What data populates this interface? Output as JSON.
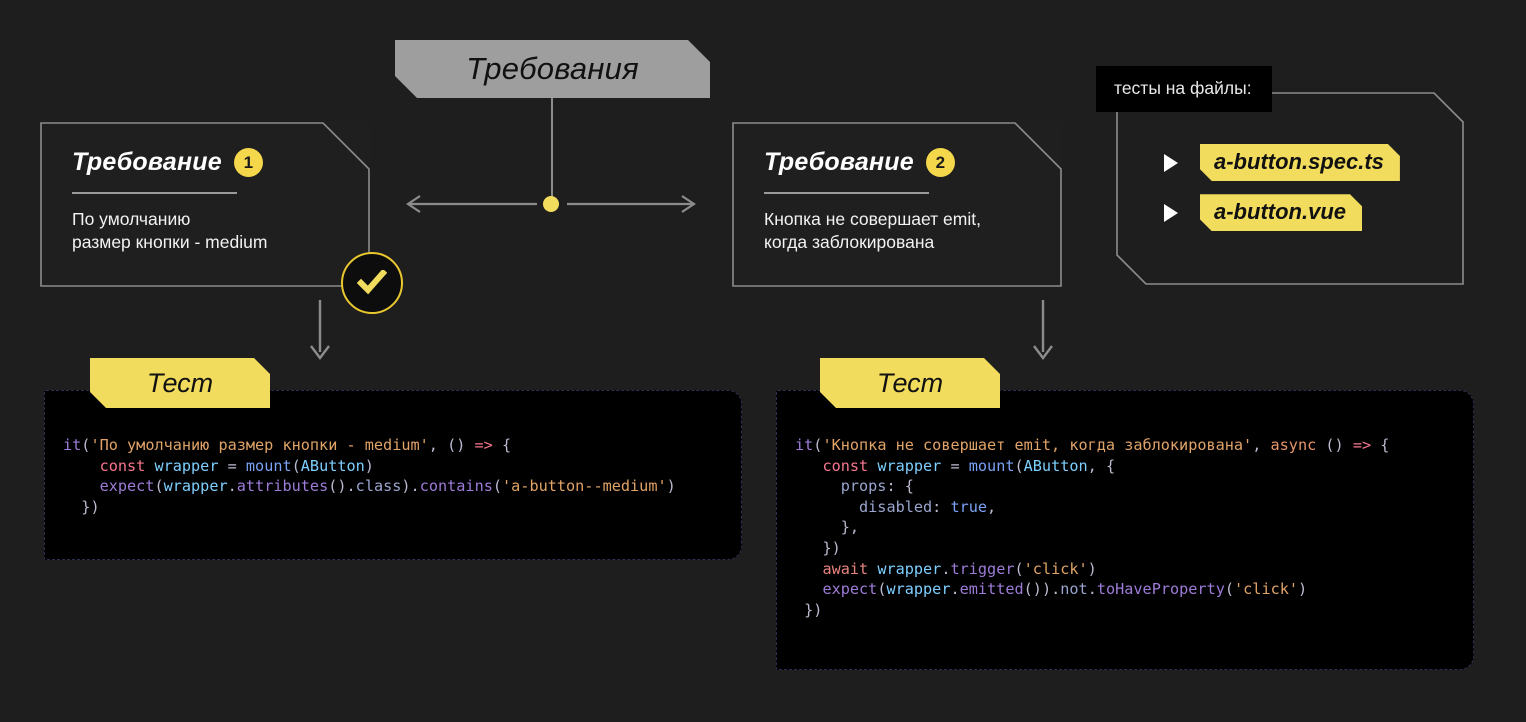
{
  "theme": {
    "background": "#1e1e1e",
    "card_bg": "#1f1f1f",
    "code_bg": "#000000",
    "accent_yellow": "#F2DC5D",
    "badge_yellow": "#F5D74B",
    "banner_gray": "#9e9e9e",
    "border_gray": "#8c8c8c",
    "text_white": "#ffffff"
  },
  "title_banner": {
    "label": "Требования"
  },
  "requirements": [
    {
      "title": "Требование",
      "badge": "1",
      "body": "По умолчанию\nразмер кнопки - medium",
      "status_icon": "check-icon"
    },
    {
      "title": "Требование",
      "badge": "2",
      "body": "Кнопка не совершает emit,\nкогда заблокирована"
    }
  ],
  "files_panel": {
    "label": "тесты на файлы:",
    "items": [
      {
        "bullet": "triangle-right-icon",
        "name": "a-button.spec.ts"
      },
      {
        "bullet": "triangle-right-icon",
        "name": "a-button.vue"
      }
    ]
  },
  "tests": [
    {
      "tag": "Тест",
      "code_lines": [
        [
          {
            "t": "it",
            "c": "t-fn"
          },
          {
            "t": "(",
            "c": "t-punc"
          },
          {
            "t": "'По умолчанию размер кнопки - medium'",
            "c": "t-str"
          },
          {
            "t": ", ",
            "c": "t-punc"
          },
          {
            "t": "() ",
            "c": "t-punc"
          },
          {
            "t": "=>",
            "c": "t-kw"
          },
          {
            "t": " {",
            "c": "t-punc"
          }
        ],
        [
          {
            "t": "    ",
            "c": "t-punc"
          },
          {
            "t": "const",
            "c": "t-kw"
          },
          {
            "t": " ",
            "c": "t-punc"
          },
          {
            "t": "wrapper",
            "c": "t-var"
          },
          {
            "t": " = ",
            "c": "t-punc"
          },
          {
            "t": "mount",
            "c": "t-fncall"
          },
          {
            "t": "(",
            "c": "t-punc"
          },
          {
            "t": "AButton",
            "c": "t-var"
          },
          {
            "t": ")",
            "c": "t-punc"
          }
        ],
        [
          {
            "t": "    ",
            "c": "t-punc"
          },
          {
            "t": "expect",
            "c": "t-fn"
          },
          {
            "t": "(",
            "c": "t-punc"
          },
          {
            "t": "wrapper",
            "c": "t-var"
          },
          {
            "t": ".",
            "c": "t-punc"
          },
          {
            "t": "attributes",
            "c": "t-fn"
          },
          {
            "t": "()",
            "c": "t-punc"
          },
          {
            "t": ".",
            "c": "t-punc"
          },
          {
            "t": "class",
            "c": "t-prop"
          },
          {
            "t": ")",
            "c": "t-punc"
          },
          {
            "t": ".",
            "c": "t-punc"
          },
          {
            "t": "contains",
            "c": "t-fn"
          },
          {
            "t": "(",
            "c": "t-punc"
          },
          {
            "t": "'a-button--medium'",
            "c": "t-str"
          },
          {
            "t": ")",
            "c": "t-punc"
          }
        ],
        [
          {
            "t": "  })",
            "c": "t-punc"
          }
        ]
      ]
    },
    {
      "tag": "Тест",
      "code_lines": [
        [
          {
            "t": "it",
            "c": "t-fn"
          },
          {
            "t": "(",
            "c": "t-punc"
          },
          {
            "t": "'Кнопка не совершает emit, когда заблокирована'",
            "c": "t-str"
          },
          {
            "t": ", ",
            "c": "t-punc"
          },
          {
            "t": "async",
            "c": "t-async"
          },
          {
            "t": " () ",
            "c": "t-punc"
          },
          {
            "t": "=>",
            "c": "t-kw"
          },
          {
            "t": " {",
            "c": "t-punc"
          }
        ],
        [
          {
            "t": "   ",
            "c": "t-punc"
          },
          {
            "t": "const",
            "c": "t-kw"
          },
          {
            "t": " ",
            "c": "t-punc"
          },
          {
            "t": "wrapper",
            "c": "t-var"
          },
          {
            "t": " = ",
            "c": "t-punc"
          },
          {
            "t": "mount",
            "c": "t-fncall"
          },
          {
            "t": "(",
            "c": "t-punc"
          },
          {
            "t": "AButton",
            "c": "t-var"
          },
          {
            "t": ", {",
            "c": "t-punc"
          }
        ],
        [
          {
            "t": "     ",
            "c": "t-punc"
          },
          {
            "t": "props",
            "c": "t-prop"
          },
          {
            "t": ": {",
            "c": "t-punc"
          }
        ],
        [
          {
            "t": "       ",
            "c": "t-punc"
          },
          {
            "t": "disabled",
            "c": "t-prop"
          },
          {
            "t": ": ",
            "c": "t-punc"
          },
          {
            "t": "true",
            "c": "t-bool"
          },
          {
            "t": ",",
            "c": "t-punc"
          }
        ],
        [
          {
            "t": "     },",
            "c": "t-punc"
          }
        ],
        [
          {
            "t": "   })",
            "c": "t-punc"
          }
        ],
        [
          {
            "t": "   ",
            "c": "t-punc"
          },
          {
            "t": "await",
            "c": "t-await"
          },
          {
            "t": " ",
            "c": "t-punc"
          },
          {
            "t": "wrapper",
            "c": "t-var"
          },
          {
            "t": ".",
            "c": "t-punc"
          },
          {
            "t": "trigger",
            "c": "t-fn"
          },
          {
            "t": "(",
            "c": "t-punc"
          },
          {
            "t": "'click'",
            "c": "t-str"
          },
          {
            "t": ")",
            "c": "t-punc"
          }
        ],
        [
          {
            "t": "   ",
            "c": "t-punc"
          },
          {
            "t": "expect",
            "c": "t-fn"
          },
          {
            "t": "(",
            "c": "t-punc"
          },
          {
            "t": "wrapper",
            "c": "t-var"
          },
          {
            "t": ".",
            "c": "t-punc"
          },
          {
            "t": "emitted",
            "c": "t-fn"
          },
          {
            "t": "())",
            "c": "t-punc"
          },
          {
            "t": ".",
            "c": "t-punc"
          },
          {
            "t": "not",
            "c": "t-prop"
          },
          {
            "t": ".",
            "c": "t-punc"
          },
          {
            "t": "toHaveProperty",
            "c": "t-fn"
          },
          {
            "t": "(",
            "c": "t-punc"
          },
          {
            "t": "'click'",
            "c": "t-str"
          },
          {
            "t": ")",
            "c": "t-punc"
          }
        ],
        [
          {
            "t": " })",
            "c": "t-punc"
          }
        ]
      ]
    }
  ],
  "connectors": {
    "center_dot_color": "#F2DC5D",
    "arrow_color": "#8c8c8c"
  }
}
